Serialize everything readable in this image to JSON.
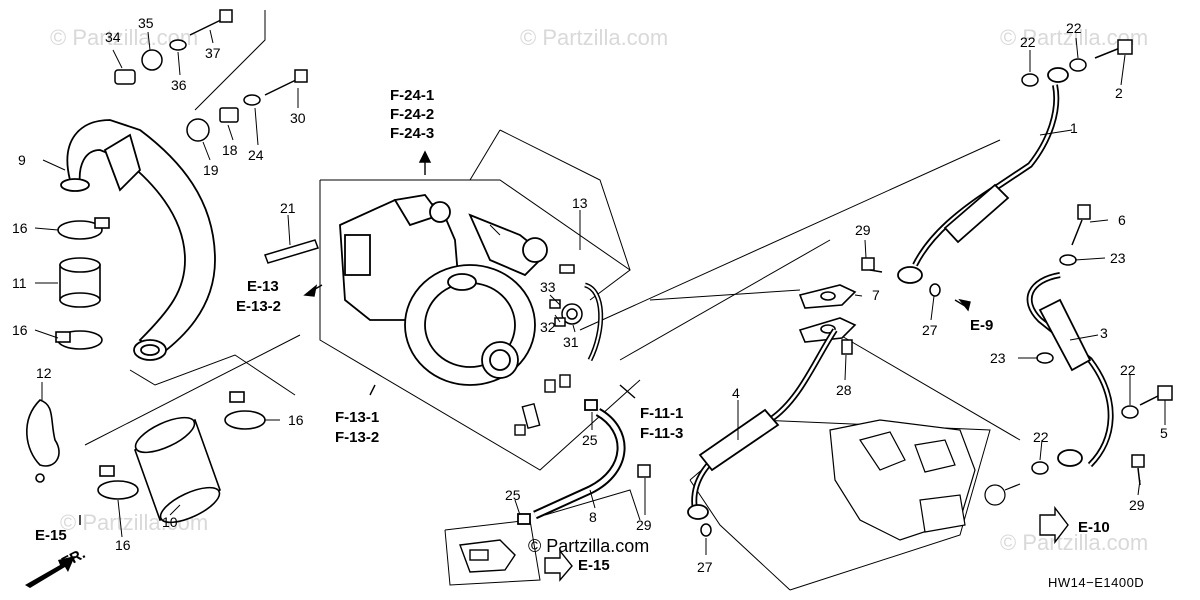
{
  "diagram": {
    "callouts": [
      "1",
      "2",
      "3",
      "4",
      "5",
      "6",
      "7",
      "8",
      "9",
      "10",
      "11",
      "12",
      "13",
      "16",
      "16",
      "16",
      "16",
      "18",
      "19",
      "21",
      "22",
      "22",
      "22",
      "22",
      "23",
      "23",
      "24",
      "25",
      "25",
      "27",
      "27",
      "28",
      "29",
      "29",
      "29",
      "30",
      "31",
      "32",
      "33",
      "34",
      "35",
      "36",
      "37"
    ],
    "references": {
      "f24_1": "F-24-1",
      "f24_2": "F-24-2",
      "f24_3": "F-24-3",
      "e13": "E-13",
      "e13_2": "E-13-2",
      "f13_1": "F-13-1",
      "f13_2": "F-13-2",
      "f11_1": "F-11-1",
      "f11_3": "F-11-3",
      "e9": "E-9",
      "e10": "E-10",
      "e15_left": "E-15",
      "e15_bottom": "E-15",
      "fr": "FR."
    },
    "diagram_code": "HW14−E1400D",
    "watermark": "© Partzilla.com",
    "watermark_center": "© Partzilla.com"
  }
}
